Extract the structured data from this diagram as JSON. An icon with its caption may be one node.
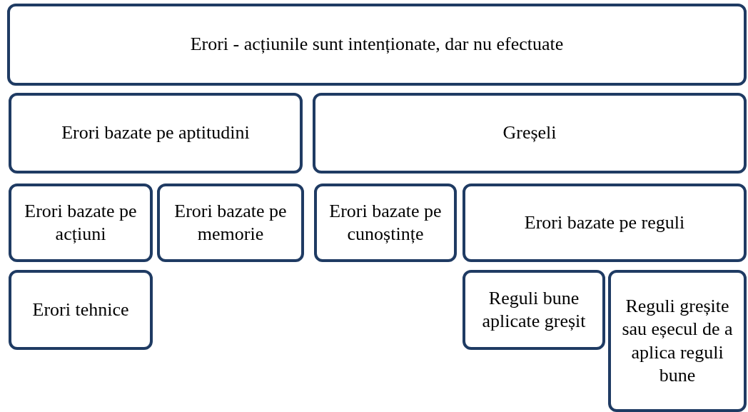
{
  "diagram": {
    "nodes": [
      {
        "text": [
          "Erori - acțiunile sunt intenționate, dar nu efectuate"
        ]
      },
      {
        "text": [
          "Erori bazate pe aptitudini"
        ]
      },
      {
        "text": [
          "Greșeli"
        ]
      },
      {
        "text": [
          "Erori bazate pe acțiuni"
        ]
      },
      {
        "text": [
          "Erori bazate pe memorie"
        ]
      },
      {
        "text": [
          "Erori bazate pe cunoștințe"
        ]
      },
      {
        "text": [
          "Erori bazate pe reguli"
        ]
      },
      {
        "text": [
          "Erori tehnice"
        ]
      },
      {
        "text": [
          "Reguli bune aplicate greșit"
        ]
      },
      {
        "text": [
          "Reguli greșite sau eșecul de a aplica reguli bune"
        ]
      }
    ]
  }
}
